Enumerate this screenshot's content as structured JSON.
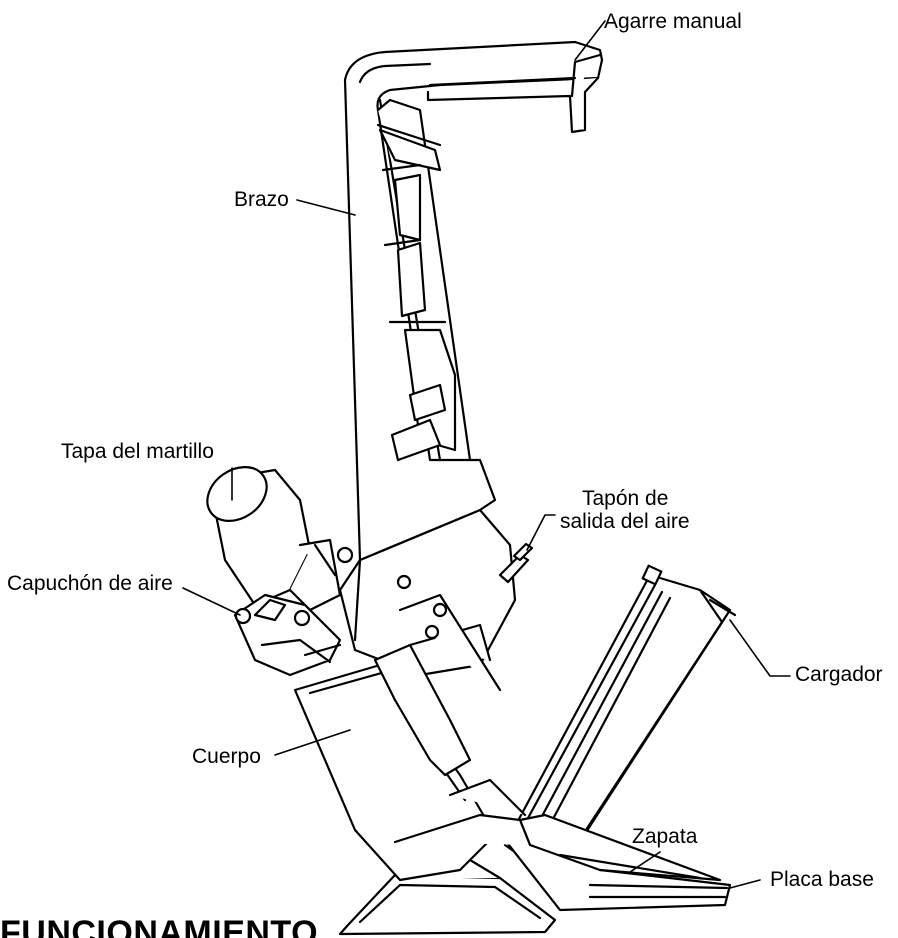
{
  "labels": {
    "agarre_manual": "Agarre manual",
    "brazo": "Brazo",
    "tapa_del_martillo": "Tapa del martillo",
    "tapon_line1": "Tapón de",
    "tapon_line2": "salida del aire",
    "capuchon_de_aire": "Capuchón de aire",
    "cargador": "Cargador",
    "cuerpo": "Cuerpo",
    "zapata": "Zapata",
    "placa_base": "Placa base"
  },
  "section_heading": "FUNCIONAMIENTO",
  "colors": {
    "line": "#000000",
    "fill": "#ffffff",
    "background": "#ffffff"
  }
}
